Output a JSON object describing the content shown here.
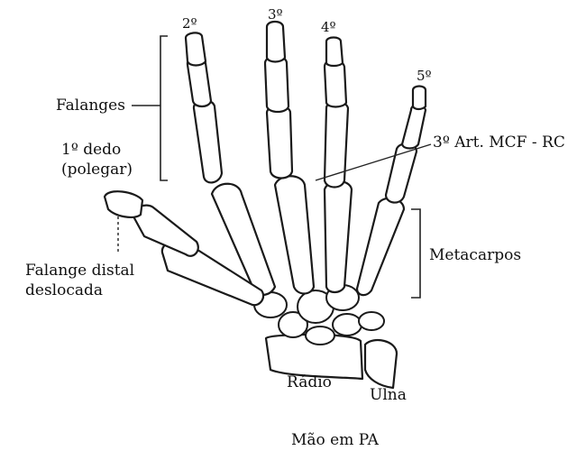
{
  "labels": {
    "finger2": "2º",
    "finger3": "3º",
    "finger4": "4º",
    "finger5": "5º",
    "falanges": "Falanges",
    "thumb_line1": "1º dedo",
    "thumb_line2": "(polegar)",
    "mcf": "3º Art. MCF - RC",
    "metacarpos": "Metacarpos",
    "falange_line1": "Falange distal",
    "falange_line2": "deslocada",
    "radio": "Rádio",
    "ulna": "Ulna",
    "caption": "Mão em PA"
  }
}
